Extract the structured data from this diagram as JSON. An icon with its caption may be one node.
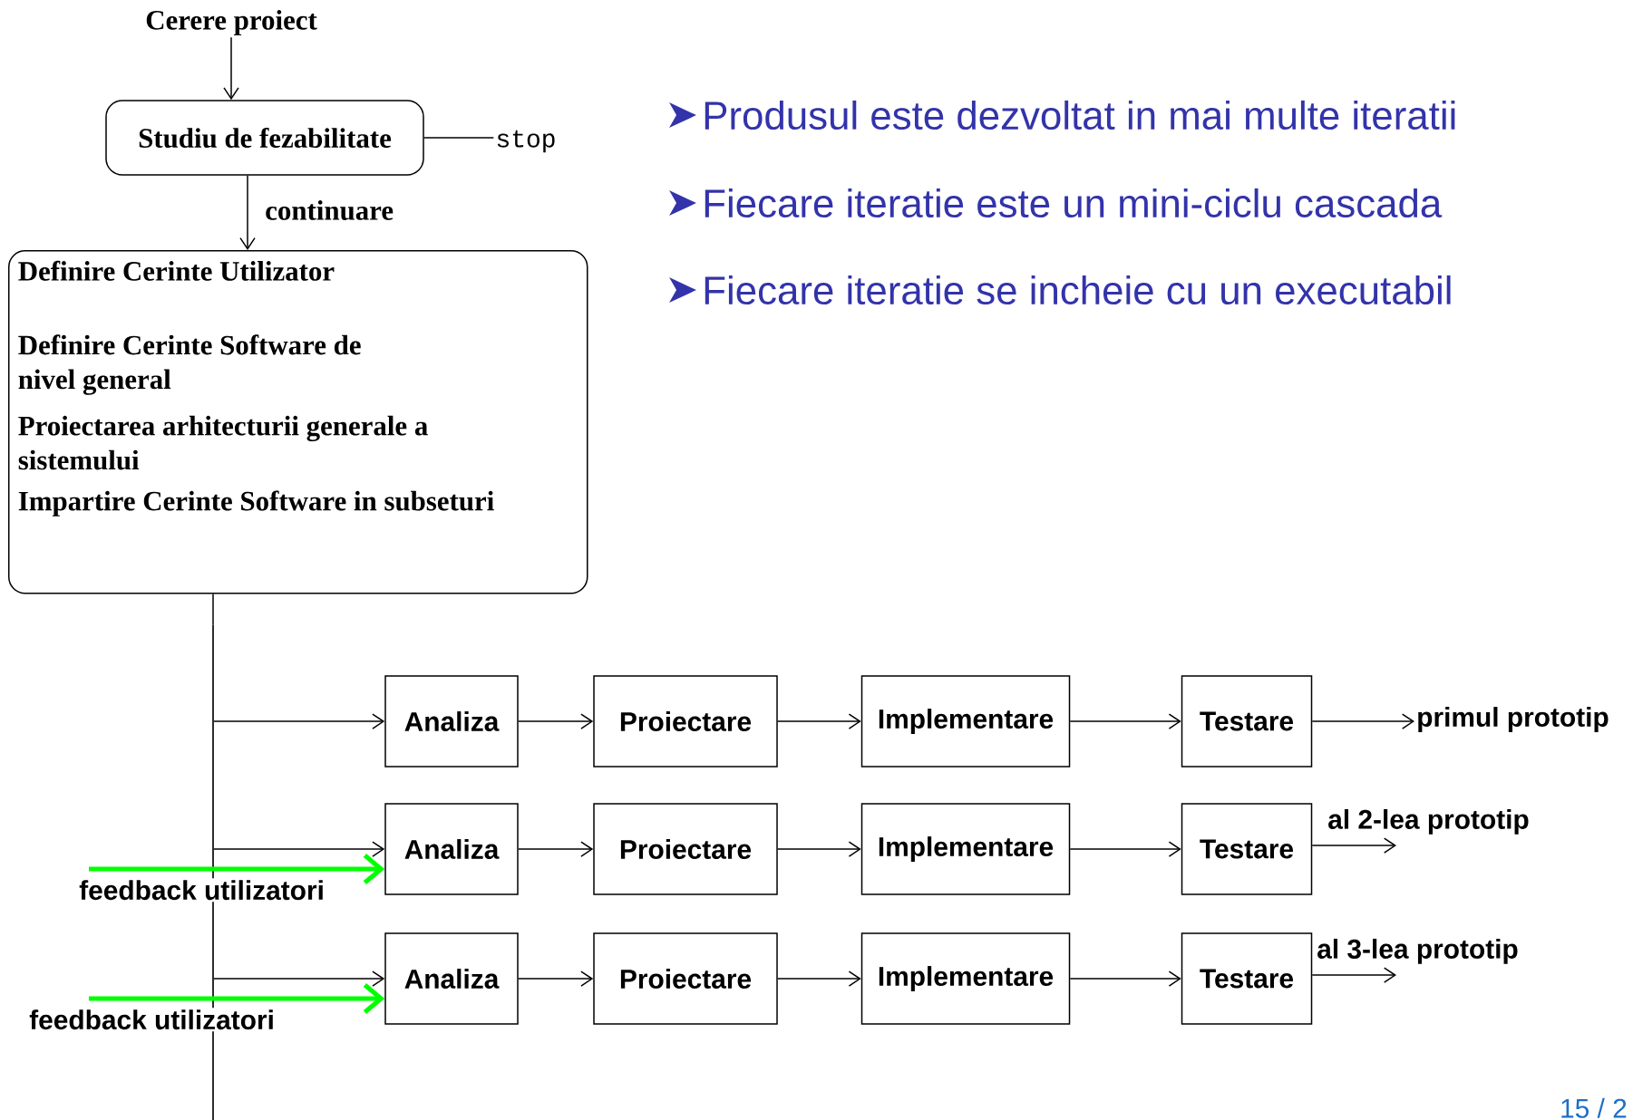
{
  "diagram": {
    "nodes": [
      {
        "text": [
          "Cerere proiect"
        ]
      },
      {
        "text": [
          "Studiu de fezabilitate"
        ]
      },
      {
        "text": [
          "stop"
        ]
      },
      {
        "text": [
          "Definire Cerinte Utilizator",
          "Definire Cerinte Software de nivel general",
          "Proiectarea arhitecturii generale a sistemului",
          "Impartire Cerinte Software in subseturi"
        ]
      },
      {
        "text": [
          "Analiza"
        ]
      },
      {
        "text": [
          "Proiectare"
        ]
      },
      {
        "text": [
          "Implementare"
        ]
      },
      {
        "text": [
          "Testare"
        ]
      },
      {
        "text": [
          "primul prototip"
        ]
      },
      {
        "text": [
          "Analiza"
        ]
      },
      {
        "text": [
          "Proiectare"
        ]
      },
      {
        "text": [
          "Implementare"
        ]
      },
      {
        "text": [
          "Testare"
        ]
      },
      {
        "text": [
          "Analiza"
        ]
      },
      {
        "text": [
          "Proiectare"
        ]
      },
      {
        "text": [
          "Implementare"
        ]
      },
      {
        "text": [
          "Testare"
        ]
      },
      {
        "text": [],
        "shape": "bar"
      }
    ],
    "edges": [
      {
        "from": 0,
        "to": 1,
        "arrow": "to"
      },
      {
        "from": 1,
        "to": 2,
        "arrow": "none"
      },
      {
        "from": 1,
        "to": 3,
        "arrow": "to",
        "label": "continuare"
      },
      {
        "from": 17,
        "to": 4,
        "arrow": "to"
      },
      {
        "from": 17,
        "to": 9,
        "arrow": "to"
      },
      {
        "from": 17,
        "to": 13,
        "arrow": "to"
      },
      {
        "from": null,
        "to": 9,
        "arrow": "to",
        "label": "feedback utilizatori",
        "style": "thick",
        "color": "#00ff00"
      },
      {
        "from": null,
        "to": 13,
        "arrow": "to",
        "label": "feedback utilizatori",
        "style": "thick",
        "color": "#00ff00"
      },
      {
        "from": 4,
        "to": 5,
        "arrow": "to"
      },
      {
        "from": 5,
        "to": 6,
        "arrow": "to"
      },
      {
        "from": 6,
        "to": 7,
        "arrow": "to"
      },
      {
        "from": 7,
        "to": 8,
        "arrow": "to"
      },
      {
        "from": 9,
        "to": 10,
        "arrow": "to"
      },
      {
        "from": 10,
        "to": 11,
        "arrow": "to"
      },
      {
        "from": 11,
        "to": 12,
        "arrow": "to"
      },
      {
        "from": 12,
        "to": null,
        "arrow": "to",
        "label": "al 2-lea prototip"
      },
      {
        "from": 13,
        "to": 14,
        "arrow": "to"
      },
      {
        "from": 14,
        "to": 15,
        "arrow": "to"
      },
      {
        "from": 15,
        "to": 16,
        "arrow": "to"
      },
      {
        "from": 16,
        "to": null,
        "arrow": "to",
        "label": "al 3-lea prototip"
      },
      {
        "from": 3,
        "to": 17,
        "arrow": "none"
      }
    ],
    "labels": [
      "Produsul este dezvoltat in mai  multe iteratii",
      "Fiecare iteratie este un mini-ciclu cascada",
      "Fiecare iteratie se incheie cu un executabil",
      "15 / 2"
    ]
  }
}
